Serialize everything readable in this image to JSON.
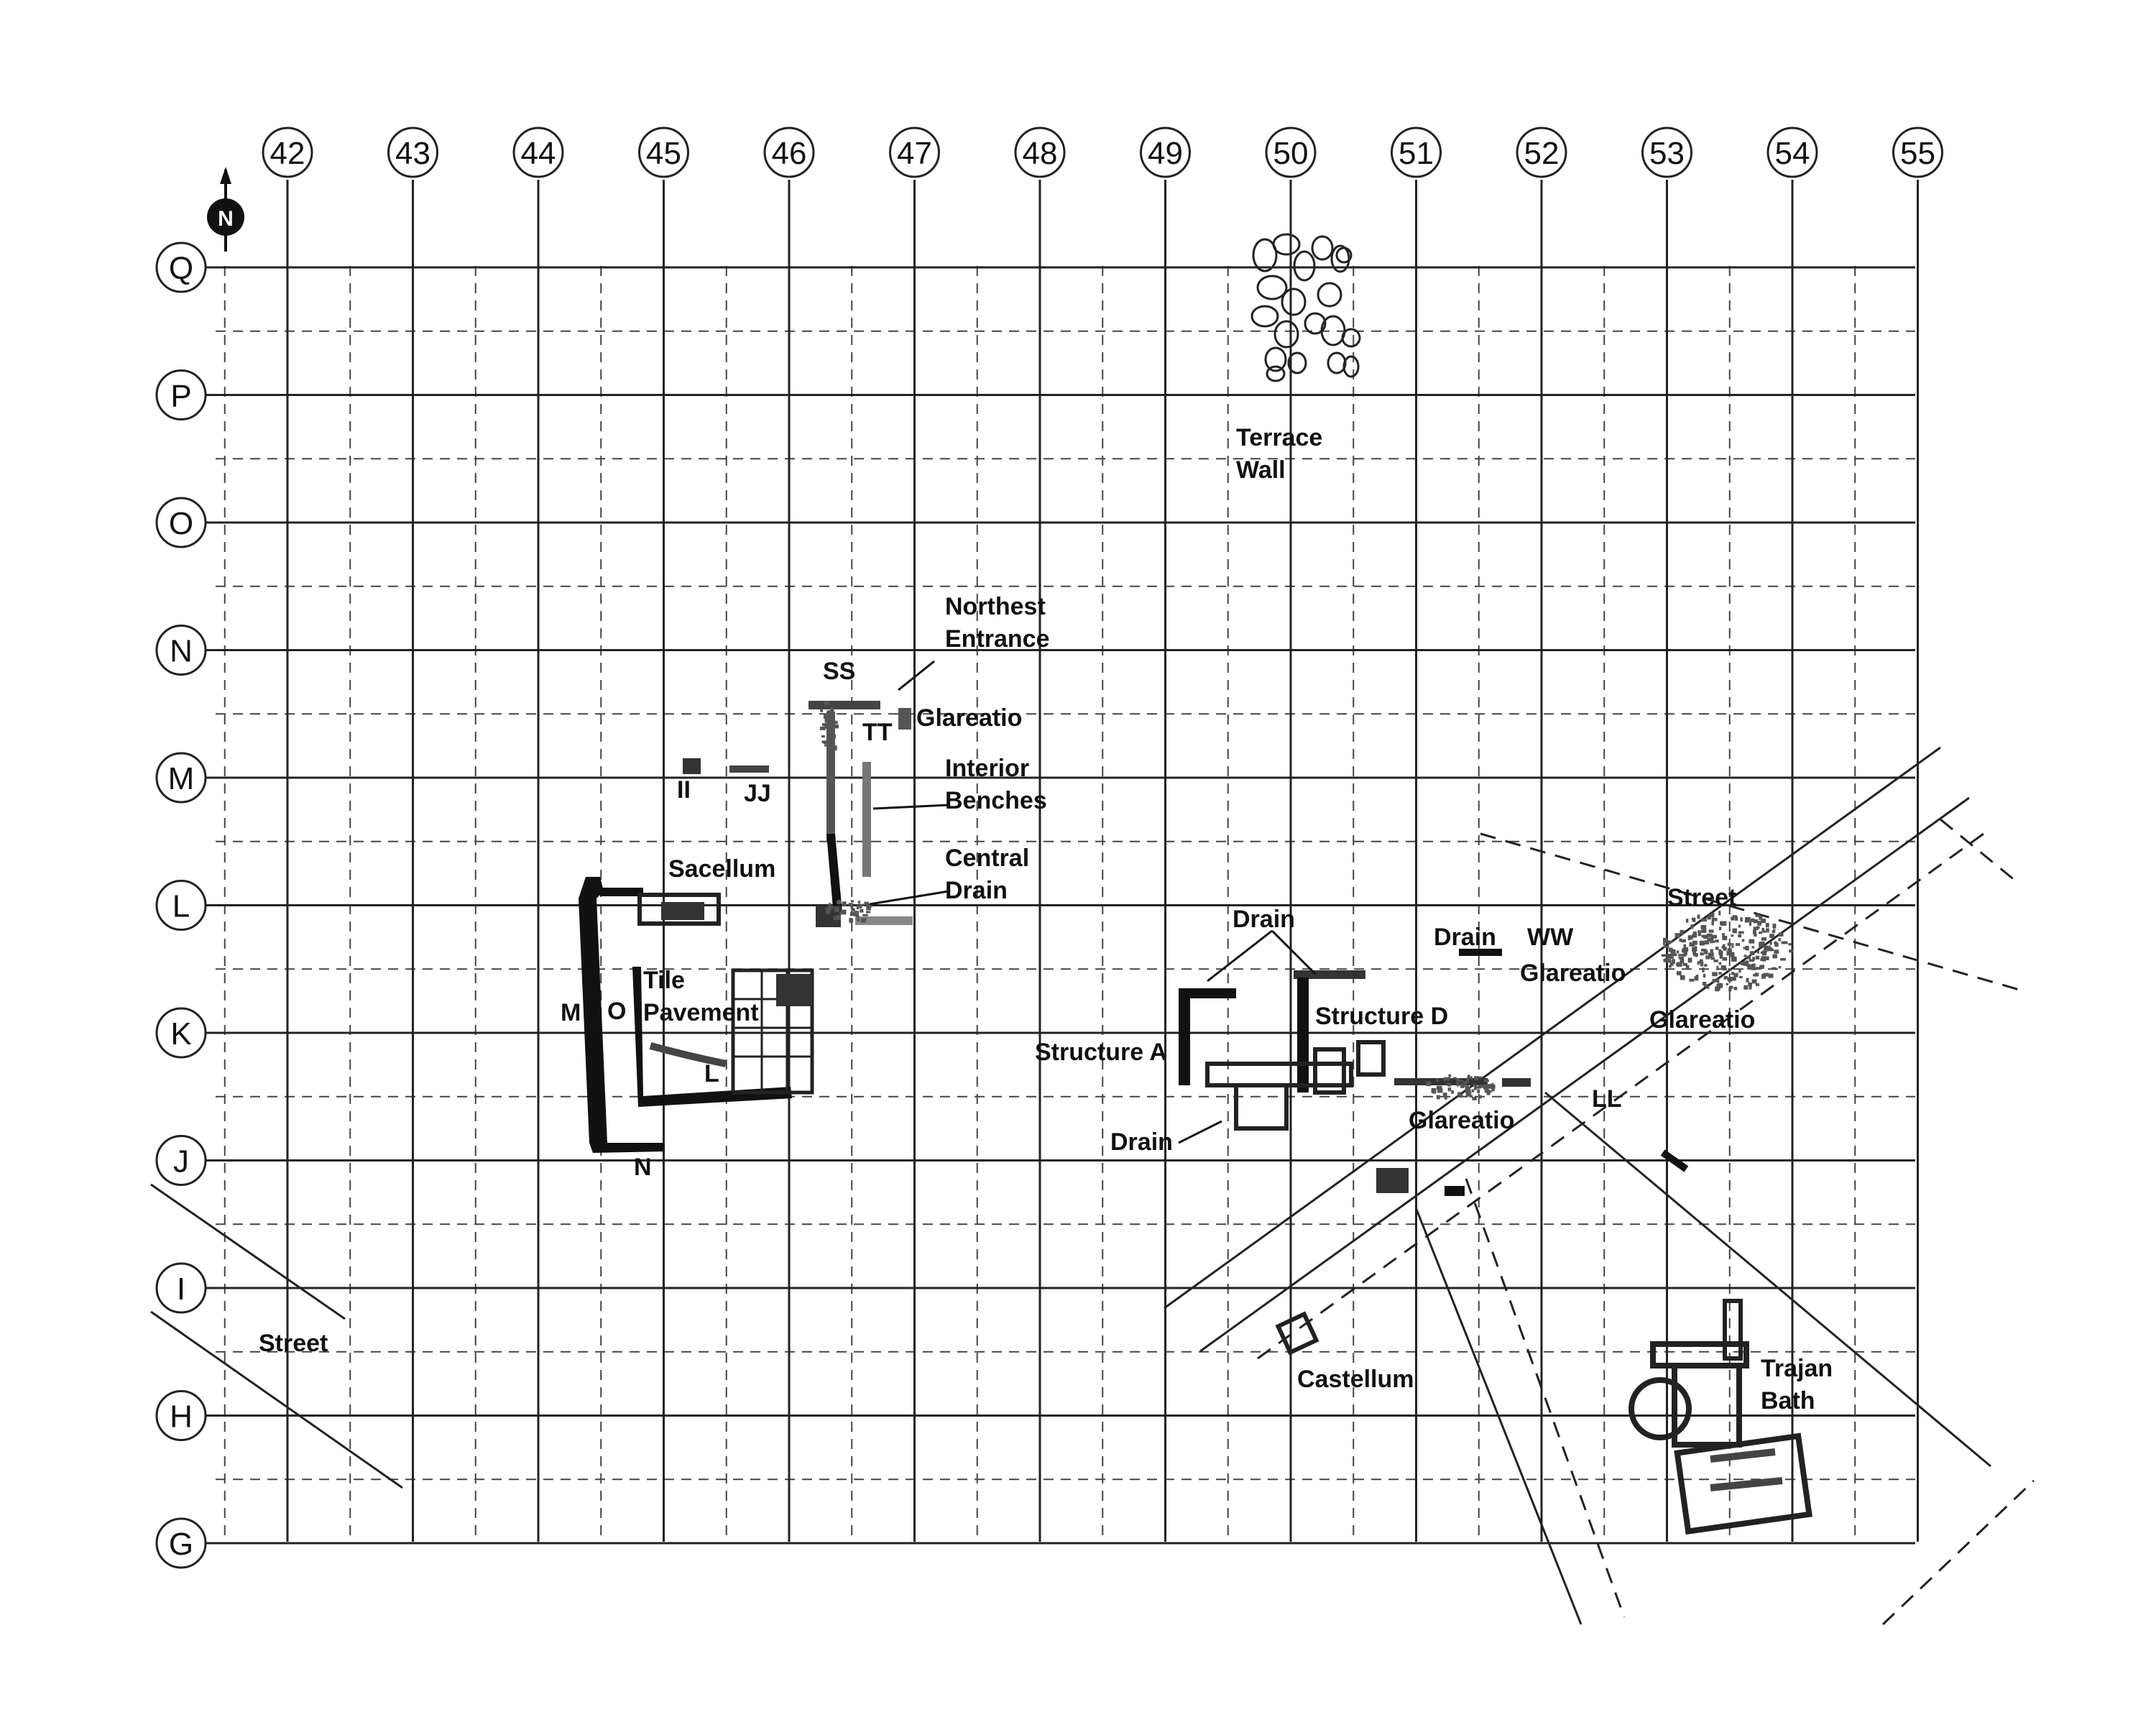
{
  "compass": {
    "label": "N"
  },
  "columns": [
    "42",
    "43",
    "44",
    "45",
    "46",
    "47",
    "48",
    "49",
    "50",
    "51",
    "52",
    "53",
    "54",
    "55"
  ],
  "rows": [
    "Q",
    "P",
    "O",
    "N",
    "M",
    "L",
    "K",
    "J",
    "I",
    "H",
    "G"
  ],
  "labels": {
    "terrace_wall": [
      "Terrace",
      "Wall"
    ],
    "northest_entrance": [
      "Northest",
      "Entrance"
    ],
    "ss": "SS",
    "tt": "TT",
    "glareatio_n": "Glareatio",
    "interior_benches": [
      "Interior",
      "Benches"
    ],
    "central_drain": [
      "Central",
      "Drain"
    ],
    "ii": "II",
    "jj": "JJ",
    "sacellum": "Sacellum",
    "tile_pavement": [
      "Tile",
      "Pavement"
    ],
    "m": "M",
    "o": "O",
    "l": "L",
    "n": "N",
    "drain_top": "Drain",
    "drain_ww": "Drain",
    "ww": "WW",
    "glareatio_ww": "Glareatio",
    "street_ne": "Street",
    "glareatio_street": "Glareatio",
    "structure_d": "Structure D",
    "structure_a": "Structure A",
    "drain_low": "Drain",
    "glareatio_mid": "Glareatio",
    "ll": "LL",
    "street_sw": "Street",
    "castellum": "Castellum",
    "trajan_bath": [
      "Trajan",
      "Bath"
    ]
  }
}
